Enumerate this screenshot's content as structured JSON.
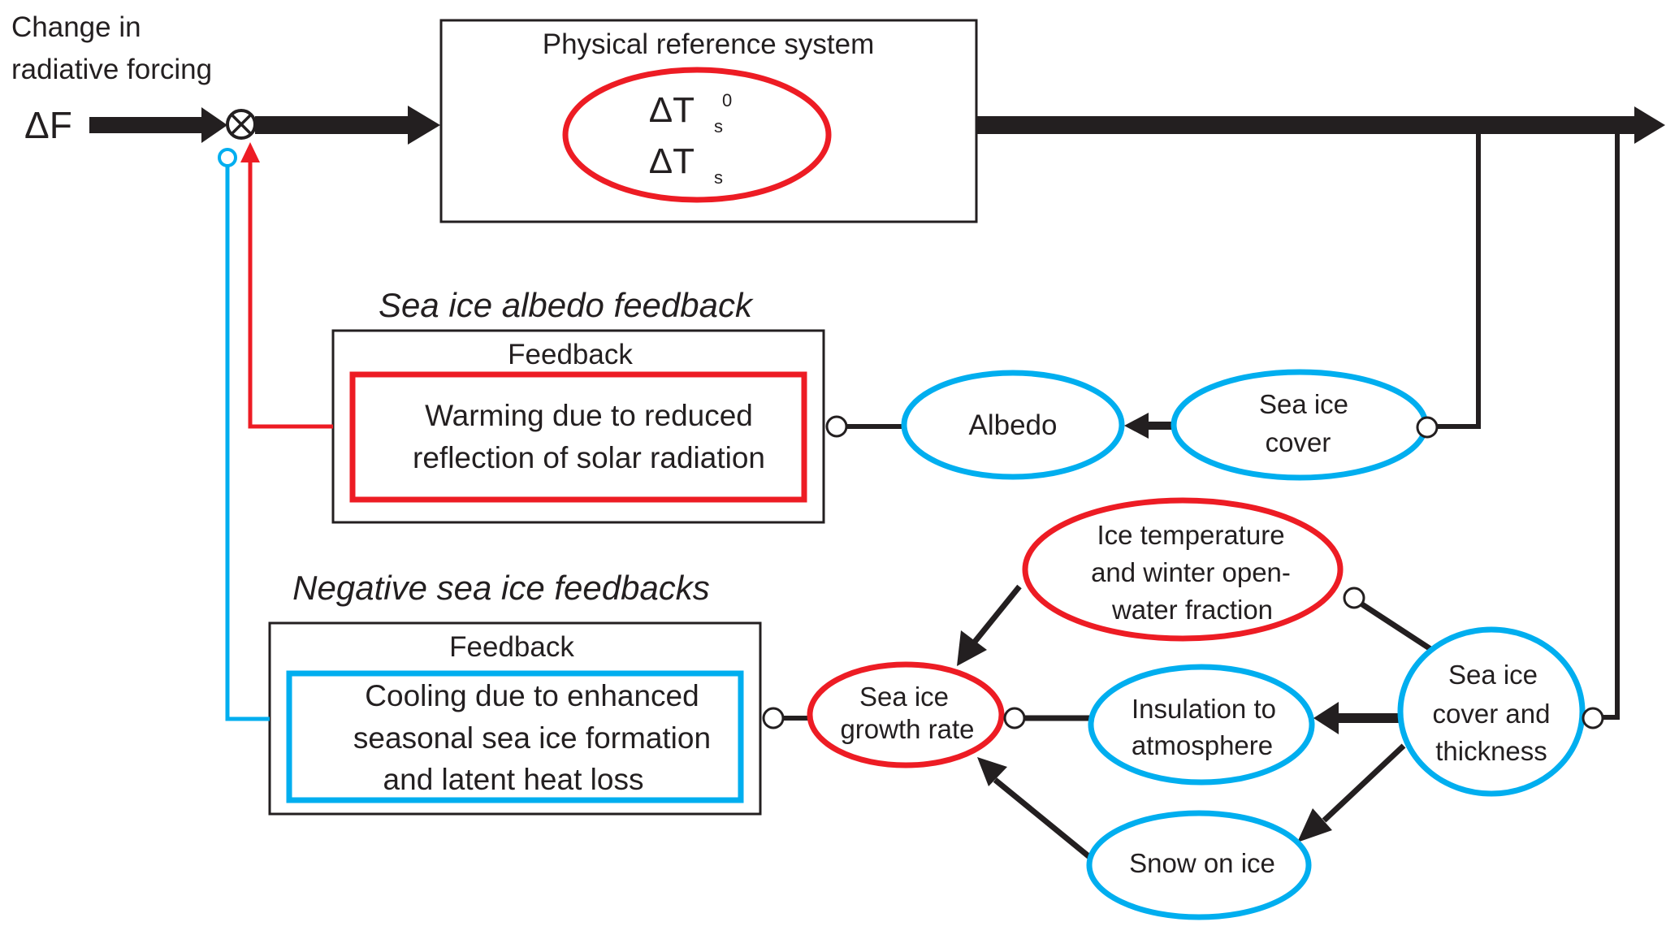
{
  "colors": {
    "red": "#ED1C24",
    "blue": "#00AEEF",
    "black": "#231F20"
  },
  "input": {
    "label_lines": [
      "Change in",
      "radiative forcing"
    ],
    "symbol": "ΔF"
  },
  "reference_system": {
    "title": "Physical reference system",
    "var1_main": "ΔT",
    "var1_sub": "s",
    "var1_sup": "0",
    "var2_main": "ΔT",
    "var2_sub": "s"
  },
  "albedo_feedback": {
    "heading": "Sea ice albedo feedback",
    "box_title": "Feedback",
    "text_lines": [
      "Warming due to reduced",
      "reflection of solar radiation"
    ]
  },
  "negative_feedbacks": {
    "heading": "Negative sea ice  feedbacks",
    "box_title": "Feedback",
    "text_lines": [
      "Cooling due to enhanced",
      "seasonal sea ice formation",
      "and latent heat loss"
    ]
  },
  "nodes": {
    "albedo": {
      "lines": [
        "Albedo"
      ]
    },
    "sea_ice_cover": {
      "lines": [
        "Sea ice",
        "cover"
      ]
    },
    "ice_temperature": {
      "lines": [
        "Ice temperature",
        "and winter open-",
        "water fraction"
      ]
    },
    "growth_rate": {
      "lines": [
        "Sea ice",
        "growth rate"
      ]
    },
    "insulation": {
      "lines": [
        "Insulation to",
        "atmosphere"
      ]
    },
    "cover_thickness": {
      "lines": [
        "Sea ice",
        "cover and",
        "thickness"
      ]
    },
    "snow": {
      "lines": [
        "Snow on ice"
      ]
    }
  }
}
